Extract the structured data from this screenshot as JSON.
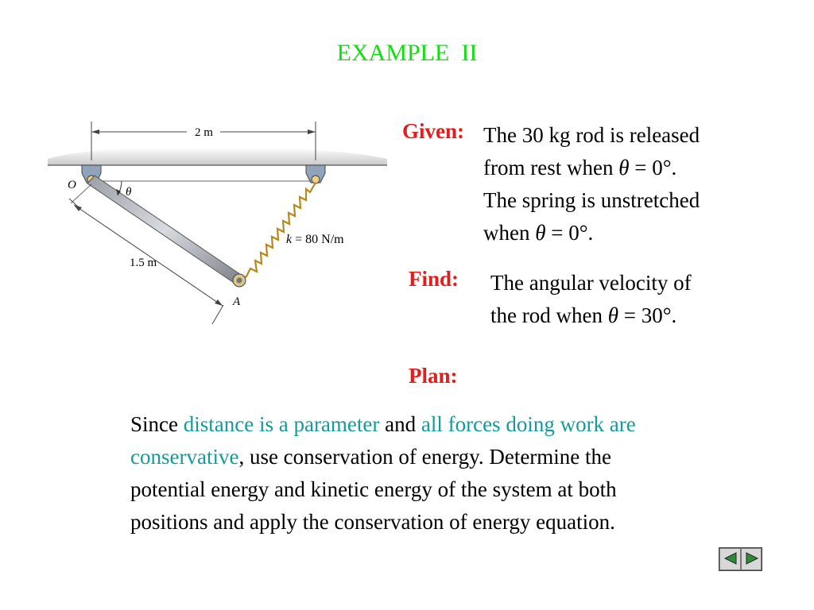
{
  "title": "EXAMPLE  II",
  "given": {
    "label": "Given:",
    "line1_pre": "The 30 kg rod is released",
    "line2_pre": "from rest when ",
    "line2_theta": "θ",
    "line2_post": " = 0°.",
    "line3": "The spring is unstretched",
    "line4_pre": "when ",
    "line4_theta": "θ",
    "line4_post": " = 0°."
  },
  "find": {
    "label": "Find:",
    "line1": "The angular velocity of",
    "line2_pre": "the rod when ",
    "line2_theta": "θ",
    "line2_post": " = 30°."
  },
  "plan": {
    "label": "Plan:",
    "l1_a": "Since ",
    "l1_b": "distance is a parameter",
    "l1_c": " and ",
    "l1_d": "all forces doing work are",
    "l2_a": "conservative",
    "l2_b": ", use conservation of energy.  Determine the",
    "l3": "potential energy and kinetic energy of the system at both",
    "l4": "positions and apply the conservation of energy equation."
  },
  "diagram": {
    "dim_top": "2 m",
    "dim_rod": "1.5 m",
    "label_o": "O",
    "label_a": "A",
    "label_theta": "θ",
    "spring_k": "k",
    "spring_value": " = 80 N/m"
  },
  "nav": {
    "prev_icon": "triangle-left-icon",
    "next_icon": "triangle-right-icon"
  },
  "colors": {
    "title": "#10e010",
    "label": "#e51c1c",
    "highlight": "#159a9a"
  }
}
